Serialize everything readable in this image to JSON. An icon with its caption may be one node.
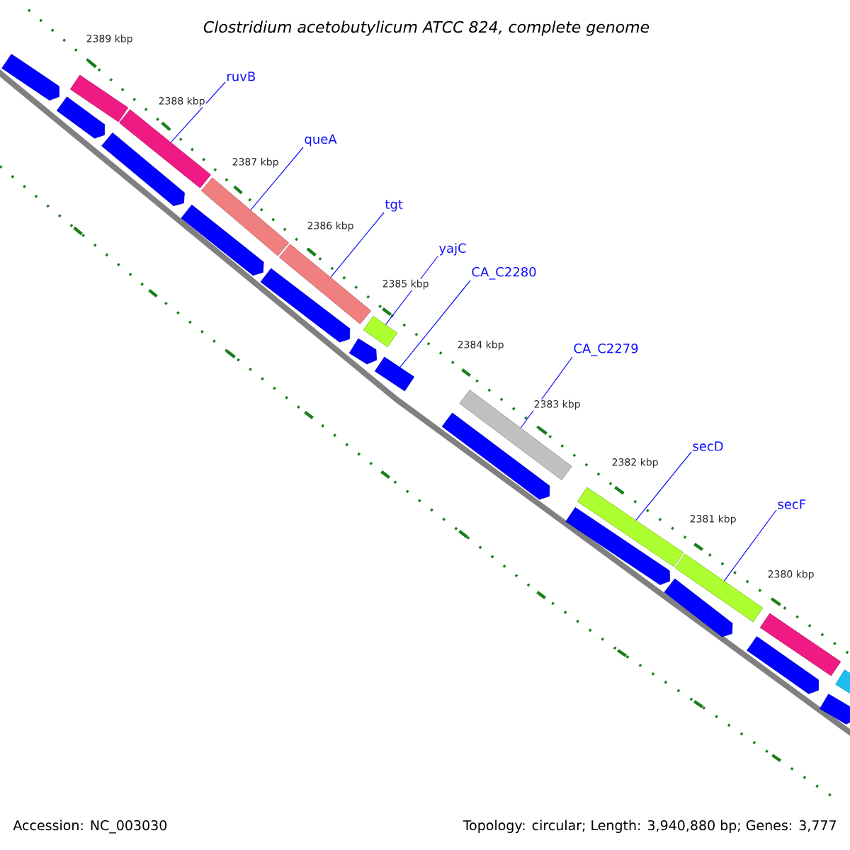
{
  "diagram": {
    "title": "Clostridium acetobutylicum ATCC 824, complete genome",
    "nodes": [
      {
        "text": [
          "ruvB"
        ]
      },
      {
        "text": [],
        "shape": "bar"
      },
      {
        "text": [
          "queA"
        ]
      },
      {
        "text": [],
        "shape": "bar"
      },
      {
        "text": [
          "tgt"
        ]
      },
      {
        "text": [],
        "shape": "bar"
      },
      {
        "text": [
          "yajC"
        ]
      },
      {
        "text": [],
        "shape": "bar"
      },
      {
        "text": [
          "CA_C2280"
        ]
      },
      {
        "text": [],
        "shape": "bar"
      },
      {
        "text": [
          "CA_C2279"
        ]
      },
      {
        "text": [],
        "shape": "bar"
      },
      {
        "text": [
          "secD"
        ]
      },
      {
        "text": [],
        "shape": "bar"
      },
      {
        "text": [
          "secF"
        ]
      },
      {
        "text": [],
        "shape": "bar"
      },
      {
        "text": [],
        "shape": "bar"
      },
      {
        "text": [],
        "shape": "bar"
      },
      {
        "text": [],
        "shape": "bar"
      },
      {
        "text": [],
        "shape": "arrow"
      },
      {
        "text": [],
        "shape": "arrow"
      },
      {
        "text": [],
        "shape": "arrow"
      },
      {
        "text": [],
        "shape": "arrow"
      },
      {
        "text": [],
        "shape": "arrow"
      },
      {
        "text": [],
        "shape": "arrow"
      },
      {
        "text": [],
        "shape": "arrow"
      },
      {
        "text": [],
        "shape": "arrow"
      },
      {
        "text": [],
        "shape": "arrow"
      },
      {
        "text": [],
        "shape": "arrow"
      },
      {
        "text": [],
        "shape": "arrow"
      }
    ],
    "edges": [
      {
        "from": 0,
        "to": 1,
        "arrow": "none"
      },
      {
        "from": 2,
        "to": 3,
        "arrow": "none"
      },
      {
        "from": 4,
        "to": 5,
        "arrow": "none"
      },
      {
        "from": 6,
        "to": 7,
        "arrow": "none"
      },
      {
        "from": 8,
        "to": 9,
        "arrow": "none"
      },
      {
        "from": 10,
        "to": 11,
        "arrow": "none"
      },
      {
        "from": 12,
        "to": 13,
        "arrow": "none"
      },
      {
        "from": 14,
        "to": 15,
        "arrow": "none"
      }
    ],
    "labels": [
      "2389 kbp",
      "2388 kbp",
      "2387 kbp",
      "2386 kbp",
      "2385 kbp",
      "2384 kbp",
      "2383 kbp",
      "2382 kbp",
      "2381 kbp",
      "2380 kbp",
      "Accession: NC_003030",
      "Topology: circular; Length: 3,940,880 bp; Genes: 3,777"
    ]
  }
}
